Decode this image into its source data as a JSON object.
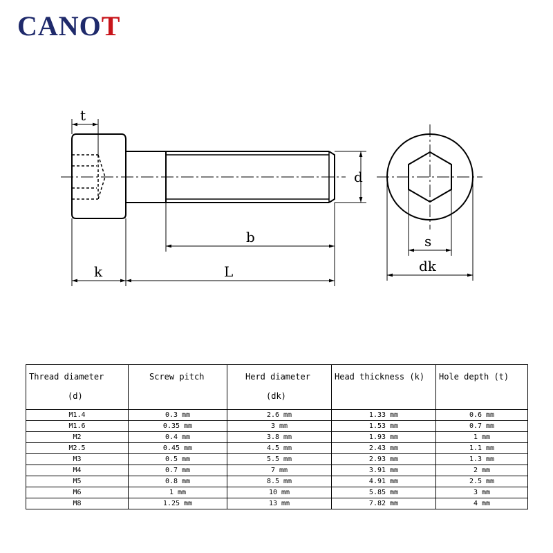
{
  "brand": {
    "part1": "CANO",
    "part2": "T"
  },
  "drawing": {
    "labels": {
      "t": "t",
      "d": "d",
      "b": "b",
      "k": "k",
      "L": "L",
      "s": "s",
      "dk": "dk"
    }
  },
  "table": {
    "headers": [
      {
        "line1": "Thread diameter",
        "line2": "(d)"
      },
      {
        "line1": "Screw pitch",
        "line2": ""
      },
      {
        "line1": "Herd diameter",
        "line2": "(dk)"
      },
      {
        "line1": "Head thickness (k)",
        "line2": ""
      },
      {
        "line1": "Hole depth (t)",
        "line2": ""
      }
    ],
    "rows": [
      [
        "M1.4",
        "0.3 mm",
        "2.6 mm",
        "1.33 mm",
        "0.6 mm"
      ],
      [
        "M1.6",
        "0.35 mm",
        "3 mm",
        "1.53 mm",
        "0.7 mm"
      ],
      [
        "M2",
        "0.4 mm",
        "3.8 mm",
        "1.93 mm",
        "1 mm"
      ],
      [
        "M2.5",
        "0.45 mm",
        "4.5 mm",
        "2.43 mm",
        "1.1 mm"
      ],
      [
        "M3",
        "0.5 mm",
        "5.5 mm",
        "2.93 mm",
        "1.3 mm"
      ],
      [
        "M4",
        "0.7 mm",
        "7 mm",
        "3.91 mm",
        "2 mm"
      ],
      [
        "M5",
        "0.8 mm",
        "8.5 mm",
        "4.91 mm",
        "2.5 mm"
      ],
      [
        "M6",
        "1 mm",
        "10 mm",
        "5.85 mm",
        "3 mm"
      ],
      [
        "M8",
        "1.25 mm",
        "13 mm",
        "7.82 mm",
        "4 mm"
      ]
    ]
  }
}
